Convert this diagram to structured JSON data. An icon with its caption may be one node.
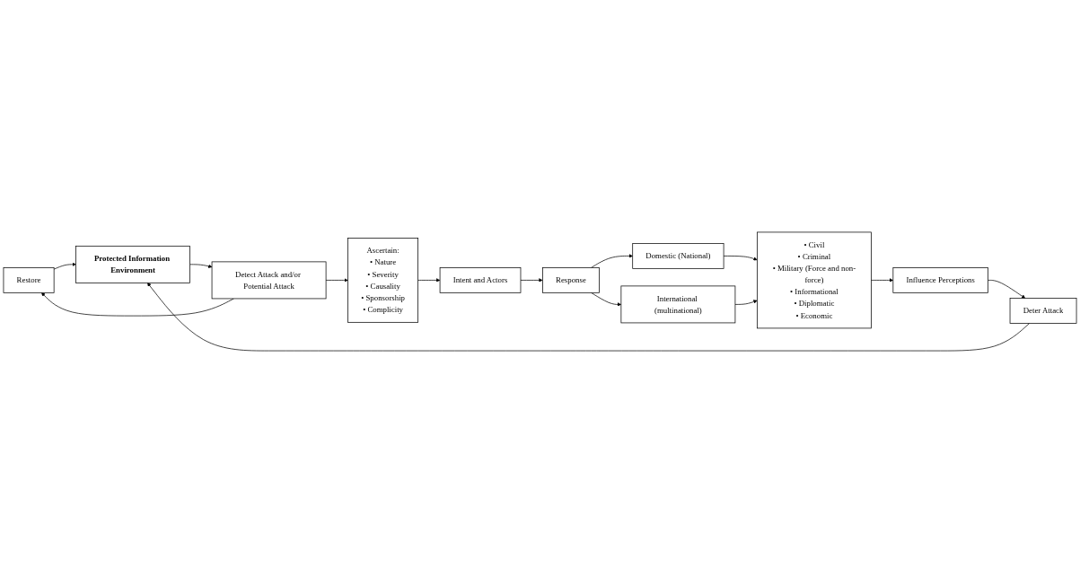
{
  "diagram": {
    "nodes": [
      {
        "text": [
          "Restore"
        ]
      },
      {
        "text": [
          "Protected Information Environment"
        ]
      },
      {
        "text": [
          "Detect Attack and/or Potential Attack"
        ]
      },
      {
        "text": [
          "Ascertain:",
          "• Nature",
          "• Severity",
          "• Causality",
          "• Sponsorship",
          "• Complicity"
        ]
      },
      {
        "text": [
          "Intent and Actors"
        ]
      },
      {
        "text": [
          "• Civil",
          "• Criminal",
          "• Military (Force and non-force)",
          "• Informational",
          "• Diplomatic",
          "• Economic"
        ]
      },
      {
        "text": [
          "Domestic (National)"
        ]
      },
      {
        "text": [
          "Response"
        ]
      },
      {
        "text": [
          "International (multinational)"
        ]
      },
      {
        "text": [
          "Deter Attack"
        ]
      },
      {
        "text": [
          "Influence Perceptions"
        ]
      }
    ],
    "edges": [
      {
        "from": 2,
        "to": 0,
        "arrow": "to"
      },
      {
        "from": 0,
        "to": 1,
        "arrow": "to"
      },
      {
        "from": 1,
        "to": 2,
        "arrow": "to"
      },
      {
        "from": 2,
        "to": 3,
        "arrow": "to"
      },
      {
        "from": 3,
        "to": 4,
        "arrow": "to"
      },
      {
        "from": 4,
        "to": 7,
        "arrow": "to"
      },
      {
        "from": 7,
        "to": 6,
        "arrow": "to"
      },
      {
        "from": 7,
        "to": 8,
        "arrow": "to"
      },
      {
        "from": 6,
        "to": 5,
        "arrow": "to"
      },
      {
        "from": 8,
        "to": 5,
        "arrow": "to"
      },
      {
        "from": 5,
        "to": 10,
        "arrow": "to"
      },
      {
        "from": 10,
        "to": 9,
        "arrow": "to"
      },
      {
        "from": 9,
        "to": 1,
        "arrow": "to"
      }
    ]
  }
}
